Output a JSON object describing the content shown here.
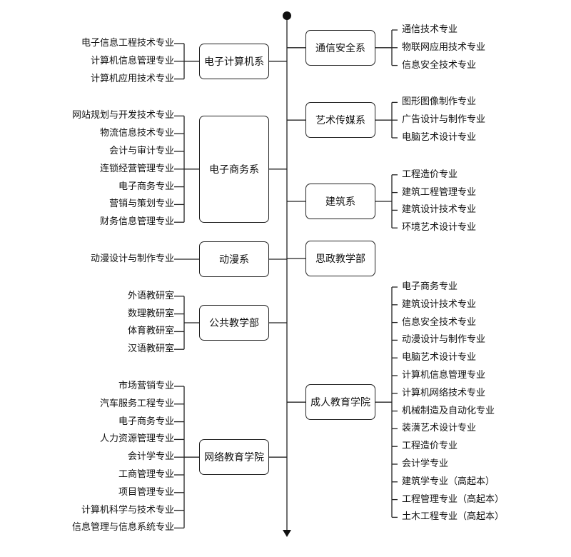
{
  "diagram": {
    "left": [
      {
        "name": "电子计算机系",
        "items": [
          "电子信息工程技术专业",
          "计算机信息管理专业",
          "计算机应用技术专业"
        ]
      },
      {
        "name": "电子商务系",
        "items": [
          "网站规划与开发技术专业",
          "物流信息技术专业",
          "会计与审计专业",
          "连锁经营管理专业",
          "电子商务专业",
          "营销与策划专业",
          "财务信息管理专业"
        ]
      },
      {
        "name": "动漫系",
        "items": [
          "动漫设计与制作专业"
        ]
      },
      {
        "name": "公共教学部",
        "items": [
          "外语教研室",
          "数理教研室",
          "体育教研室",
          "汉语教研室"
        ]
      },
      {
        "name": "网络教育学院",
        "items": [
          "市场营销专业",
          "汽车服务工程专业",
          "电子商务专业",
          "人力资源管理专业",
          "会计学专业",
          "工商管理专业",
          "项目管理专业",
          "计算机科学与技术专业",
          "信息管理与信息系统专业"
        ]
      }
    ],
    "right": [
      {
        "name": "通信安全系",
        "items": [
          "通信技术专业",
          "物联网应用技术专业",
          "信息安全技术专业"
        ]
      },
      {
        "name": "艺术传媒系",
        "items": [
          "图形图像制作专业",
          "广告设计与制作专业",
          "电脑艺术设计专业"
        ]
      },
      {
        "name": "建筑系",
        "items": [
          "工程造价专业",
          "建筑工程管理专业",
          "建筑设计技术专业",
          "环境艺术设计专业"
        ]
      },
      {
        "name": "思政教学部",
        "items": []
      },
      {
        "name": "成人教育学院",
        "items": [
          "电子商务专业",
          "建筑设计技术专业",
          "信息安全技术专业",
          "动漫设计与制作专业",
          "电脑艺术设计专业",
          "计算机信息管理专业",
          "计算机网络技术专业",
          "机械制造及自动化专业",
          "装潢艺术设计专业",
          "工程造价专业",
          "会计学专业",
          "建筑学专业（高起本）",
          "工程管理专业（高起本）",
          "土木工程专业（高起本）"
        ]
      }
    ]
  }
}
